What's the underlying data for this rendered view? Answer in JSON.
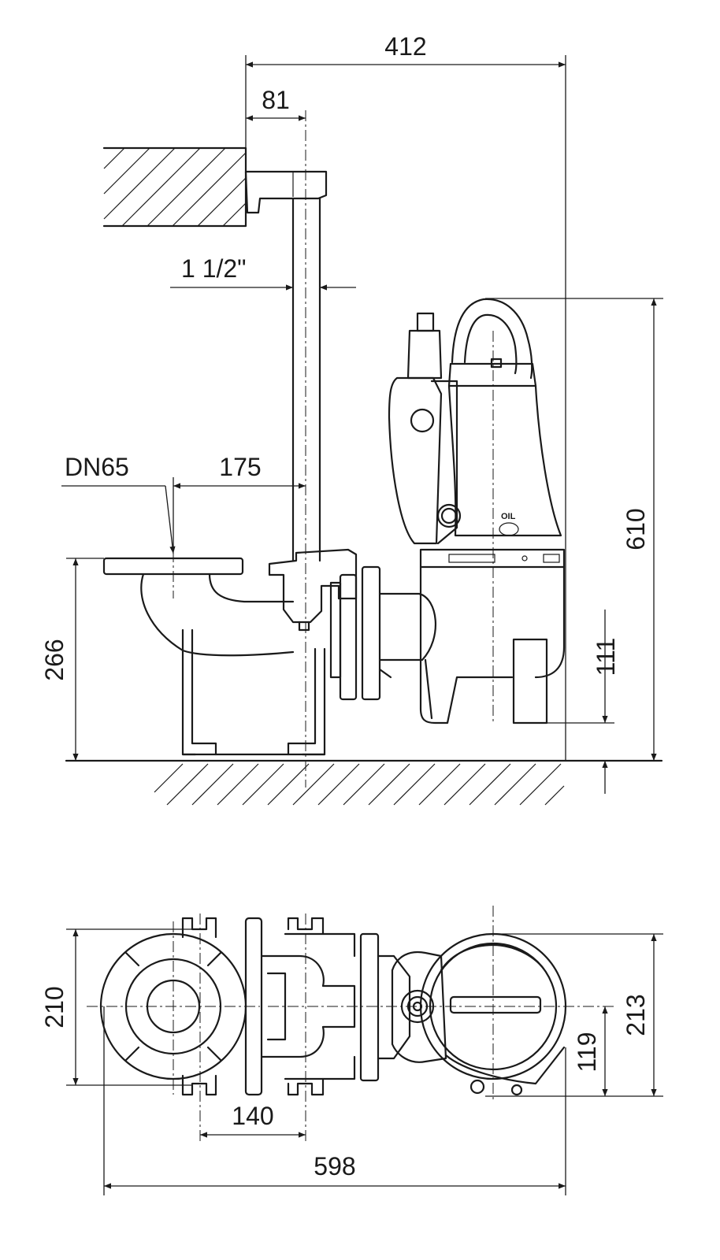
{
  "dimensions": {
    "overall_width_top": "412",
    "wall_to_pipe_center": "81",
    "guide_pipe_size": "1 1/2\"",
    "flange_size": "DN65",
    "flange_to_pipe": "175",
    "flange_height": "266",
    "inlet_height": "111",
    "total_height": "610",
    "plan_width_left": "210",
    "plan_width_right": "213",
    "plan_offset": "119",
    "plan_spacing": "140",
    "overall_length": "598"
  },
  "markings": {
    "oil_label": "OIL"
  }
}
